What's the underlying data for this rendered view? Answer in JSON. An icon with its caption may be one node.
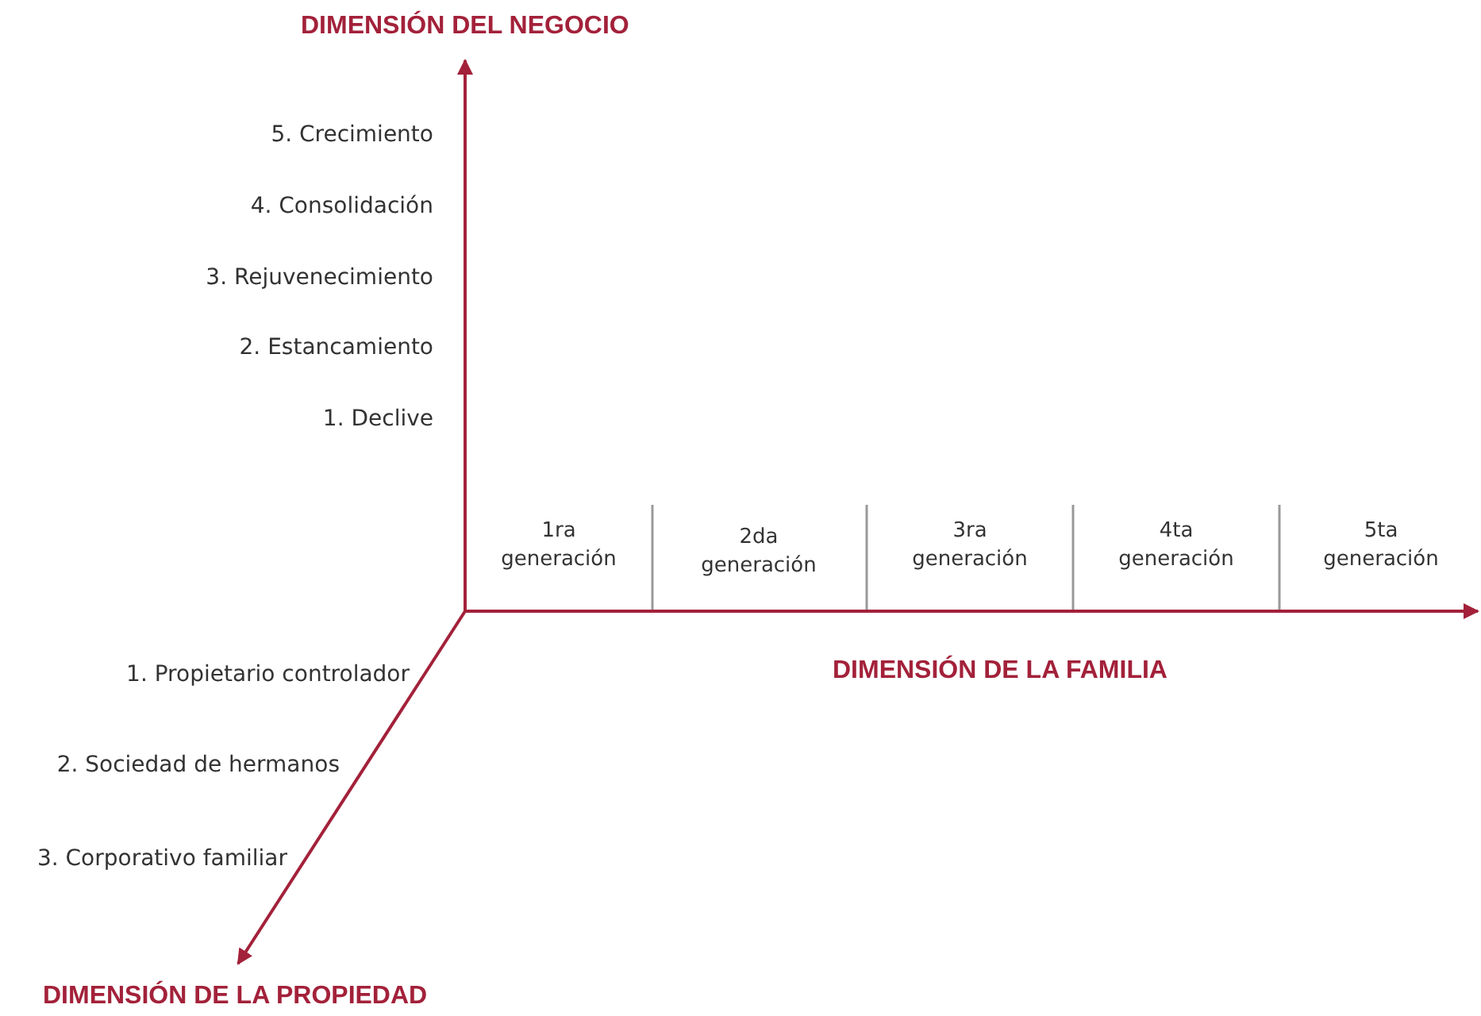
{
  "diagram": {
    "labels": [
      "DIMENSIÓN DEL NEGOCIO",
      "5. Crecimiento",
      "4. Consolidación",
      "3. Rejuvenecimiento",
      "2. Estancamiento",
      "1. Declive",
      "1ra generación",
      "2da generación",
      "3ra generación",
      "4ta generación",
      "5ta generación",
      "1. Propietario controlador",
      "DIMENSIÓN DE LA FAMILIA",
      "2. Sociedad de hermanos",
      "3. Corporativo familiar",
      "DIMENSIÓN DE LA PROPIEDAD"
    ]
  }
}
